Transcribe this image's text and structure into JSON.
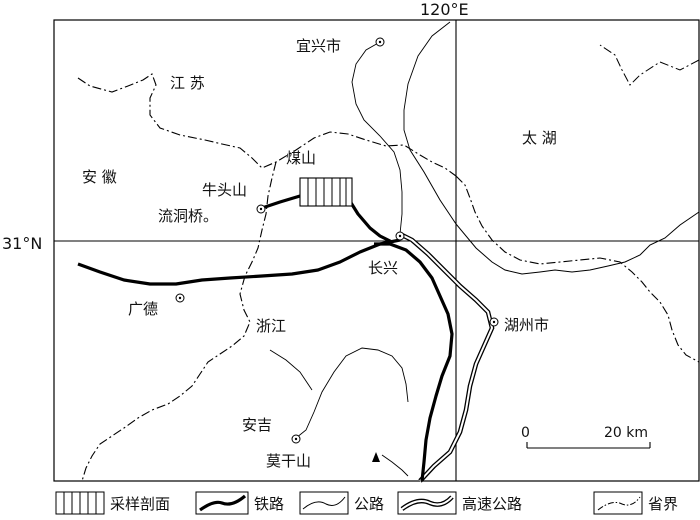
{
  "coordinates": {
    "longitude_label": "120°E",
    "latitude_label": "31°N"
  },
  "regions": {
    "jiangsu": "江 苏",
    "anhui": "安 徽",
    "zhejiang": "浙江",
    "taihu": "太 湖"
  },
  "places": {
    "yixing": "宜兴市",
    "meishan": "煤山",
    "niutoushan": "牛头山",
    "liudongqiao": "流洞桥。",
    "changxing": "长兴",
    "guangde": "广德",
    "huzhou": "湖州市",
    "anji": "安吉",
    "moganshan": "莫干山"
  },
  "scale": {
    "zero": "0",
    "distance": "20 km"
  },
  "legend": {
    "section": "采样剖面",
    "railway": "铁路",
    "road": "公路",
    "expressway": "高速公路",
    "border": "省界"
  }
}
